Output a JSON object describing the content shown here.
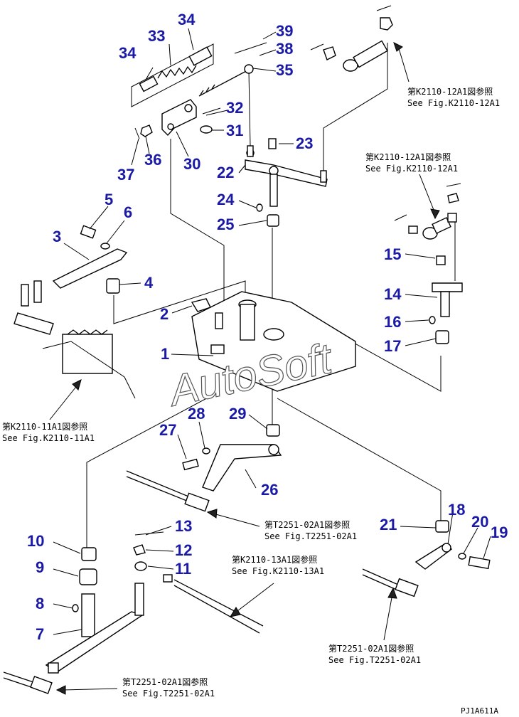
{
  "callouts": [
    {
      "id": "34a",
      "text": "34"
    },
    {
      "id": "33",
      "text": "33"
    },
    {
      "id": "34b",
      "text": "34"
    },
    {
      "id": "39",
      "text": "39"
    },
    {
      "id": "38",
      "text": "38"
    },
    {
      "id": "35",
      "text": "35"
    },
    {
      "id": "32",
      "text": "32"
    },
    {
      "id": "31",
      "text": "31"
    },
    {
      "id": "23",
      "text": "23"
    },
    {
      "id": "36",
      "text": "36"
    },
    {
      "id": "30",
      "text": "30"
    },
    {
      "id": "37",
      "text": "37"
    },
    {
      "id": "22",
      "text": "22"
    },
    {
      "id": "24",
      "text": "24"
    },
    {
      "id": "25",
      "text": "25"
    },
    {
      "id": "5",
      "text": "5"
    },
    {
      "id": "6",
      "text": "6"
    },
    {
      "id": "3",
      "text": "3"
    },
    {
      "id": "15",
      "text": "15"
    },
    {
      "id": "4",
      "text": "4"
    },
    {
      "id": "14",
      "text": "14"
    },
    {
      "id": "2",
      "text": "2"
    },
    {
      "id": "16",
      "text": "16"
    },
    {
      "id": "1",
      "text": "1"
    },
    {
      "id": "17",
      "text": "17"
    },
    {
      "id": "28",
      "text": "28"
    },
    {
      "id": "29",
      "text": "29"
    },
    {
      "id": "27",
      "text": "27"
    },
    {
      "id": "26",
      "text": "26"
    },
    {
      "id": "18",
      "text": "18"
    },
    {
      "id": "21",
      "text": "21"
    },
    {
      "id": "13",
      "text": "13"
    },
    {
      "id": "20",
      "text": "20"
    },
    {
      "id": "10",
      "text": "10"
    },
    {
      "id": "19",
      "text": "19"
    },
    {
      "id": "12",
      "text": "12"
    },
    {
      "id": "9",
      "text": "9"
    },
    {
      "id": "11",
      "text": "11"
    },
    {
      "id": "8",
      "text": "8"
    },
    {
      "id": "7",
      "text": "7"
    }
  ],
  "references": {
    "k2110_12a1_top": {
      "jp": "第K2110-12A1図参照",
      "en": "See Fig.K2110-12A1"
    },
    "k2110_12a1_mid": {
      "jp": "第K2110-12A1図参照",
      "en": "See Fig.K2110-12A1"
    },
    "k2110_11a1": {
      "jp": "第K2110-11A1図参照",
      "en": "See Fig.K2110-11A1"
    },
    "t2251_02a1_mid": {
      "jp": "第T2251-02A1図参照",
      "en": "See Fig.T2251-02A1"
    },
    "k2110_13a1": {
      "jp": "第K2110-13A1図参照",
      "en": "See Fig.K2110-13A1"
    },
    "t2251_02a1_right": {
      "jp": "第T2251-02A1図参照",
      "en": "See Fig.T2251-02A1"
    },
    "t2251_02a1_bottom": {
      "jp": "第T2251-02A1図参照",
      "en": "See Fig.T2251-02A1"
    }
  },
  "watermark": "AutoSoft",
  "drawing_code": "PJ1A611A",
  "colors": {
    "callout": "#1a1aa6",
    "line": "#000000",
    "background": "#ffffff"
  }
}
